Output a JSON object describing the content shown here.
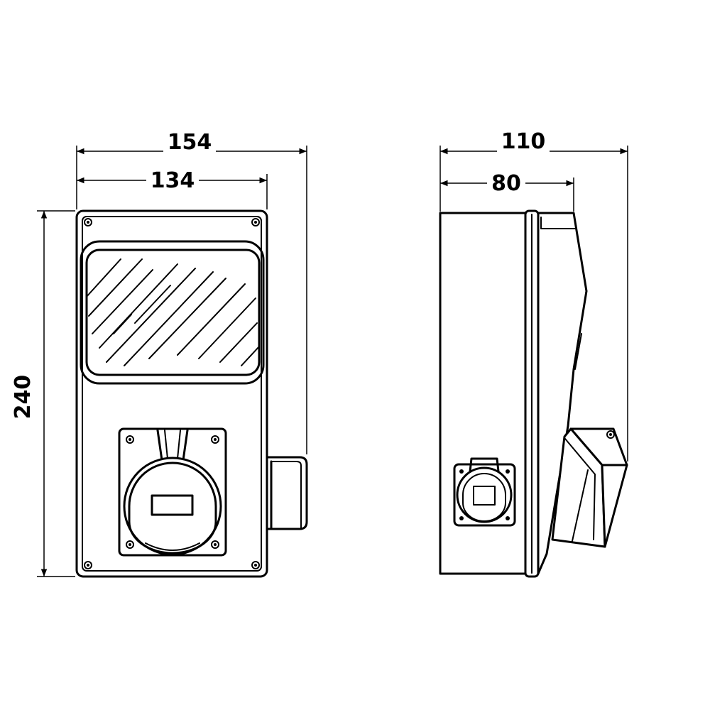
{
  "dimensions": {
    "front_total_width": "154",
    "front_inner_width": "134",
    "front_height": "240",
    "side_total_depth": "110",
    "side_body_depth": "80"
  },
  "colors": {
    "line": "#000000",
    "background": "#ffffff"
  }
}
